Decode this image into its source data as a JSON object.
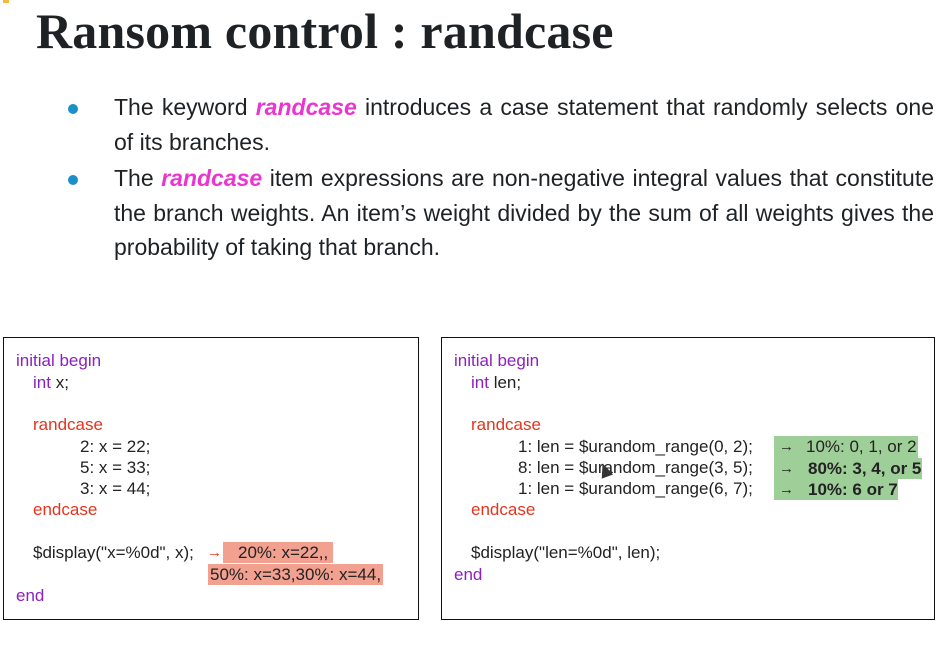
{
  "slide": {
    "title": "Ransom control : randcase",
    "bullets": [
      {
        "pre": "The keyword ",
        "kw": "randcase",
        "post": " introduces a case statement that randomly selects one of its branches."
      },
      {
        "pre": "The ",
        "kw": "randcase",
        "post": " item expressions are non-negative integral values that constitute the branch weights. An item’s weight divided by the sum of all weights gives the probability of taking that branch."
      }
    ]
  },
  "left_code": {
    "l1": "initial begin",
    "l2_kw": "int",
    "l2_rest": " x;",
    "l3": "randcase",
    "l4": "2:  x  = 22;",
    "l5": "5:  x  = 33;",
    "l6": "3:  x  = 44;",
    "l7": "endcase",
    "l8": "$display(\"x=%0d\", x);",
    "l9": "end",
    "annotation_line1": "20%: x=22,,",
    "annotation_line2": "50%: x=33,30%: x=44,",
    "arrow": "→"
  },
  "right_code": {
    "l1": "initial begin",
    "l2_kw": "int",
    "l2_rest": " len;",
    "l3": "randcase",
    "l4": "1:  len = $urandom_range(0, 2);",
    "l5": "8:  len = $urandom_range(3, 5);",
    "l6": "1:  len = $urandom_range(6, 7);",
    "l7": "endcase",
    "l8": "$display(\"len=%0d\", len);",
    "l9": "end",
    "ann1": "10%: 0, 1, or 2",
    "ann2": "80%: 3, 4, or 5",
    "ann3": "10%: 6 or 7",
    "arrow": "→"
  },
  "colors": {
    "keyword_pink": "#ea35d0",
    "bullet_blue": "#1a8fc9",
    "code_purple": "#8b1fbf",
    "code_red": "#e3341e",
    "highlight_red": "#f2a090",
    "highlight_green": "#9fcf98"
  }
}
